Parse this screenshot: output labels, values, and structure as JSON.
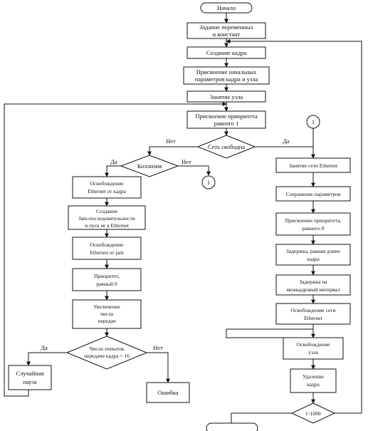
{
  "nodes": {
    "start": "Начало",
    "init_vars": [
      "Задание переменных",
      "и констант"
    ],
    "create_frame": "Создание кадра",
    "assign_params": [
      "Присвоение начальных",
      "параметров кадра и узла"
    ],
    "occupy_node": "Занятие узла",
    "assign_priority": [
      "Присвоение приоритета",
      "равного 1"
    ],
    "network_free": "Сеть свободна",
    "collision": "Коллизия",
    "connector": "1",
    "free_ethernet_frame": [
      "Освобождение",
      "Ethernet от кадра"
    ],
    "create_jam": [
      "Создание",
      "Jam-последовательности",
      "и пуск ее в Ethernet"
    ],
    "free_ethernet_jam": [
      "Освобождение",
      "Ethernet от jam"
    ],
    "priority_zero": [
      "Приоритет,",
      "равный 0"
    ],
    "increase_attempts": [
      "Увеличение",
      "числа",
      "передач"
    ],
    "attempts_check": [
      "Число попыток",
      "передачи кадра < 16"
    ],
    "random_pause": [
      "Случайная",
      "пауза"
    ],
    "error": "Ошибка",
    "occupy_ethernet": "Занятие сети Ethernet",
    "save_params": "Сохранение параметров",
    "assign_priority_zero": [
      "Присвоение приоритета,",
      "равного 0"
    ],
    "frame_delay": [
      "Задержка, равная длине",
      "кадра"
    ],
    "interframe_delay": [
      "Задержка на",
      "межкадровый интервал"
    ],
    "free_network": [
      "Освобождение сети",
      "Ethernet"
    ],
    "free_node": [
      "Освобождение",
      "узла"
    ],
    "delete_frame": [
      "Удаление",
      "кадра"
    ],
    "loop_check": "i=1000"
  },
  "edge_labels": {
    "no": "Нет",
    "yes": "Да"
  }
}
